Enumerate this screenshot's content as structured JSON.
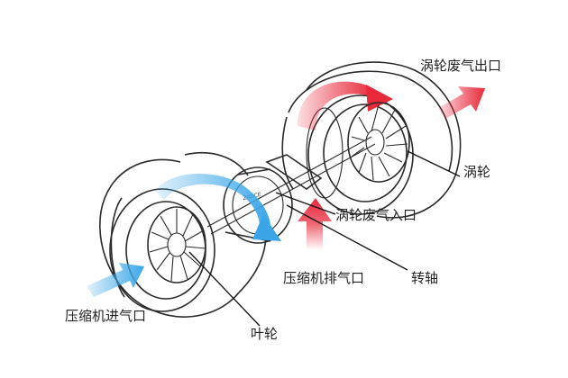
{
  "labels": {
    "turbine_exhaust_outlet": "涡轮废气出口",
    "turbine": "涡轮",
    "turbine_exhaust_inlet": "涡轮废气入口",
    "compressor_outlet": "压缩机排气口",
    "shaft": "转轴",
    "compressor_inlet": "压缩机进气口",
    "impeller": "叶轮"
  },
  "colors": {
    "hot_flow": "#e8293a",
    "cold_flow": "#3aa6e8",
    "line": "#2a2a2a"
  }
}
